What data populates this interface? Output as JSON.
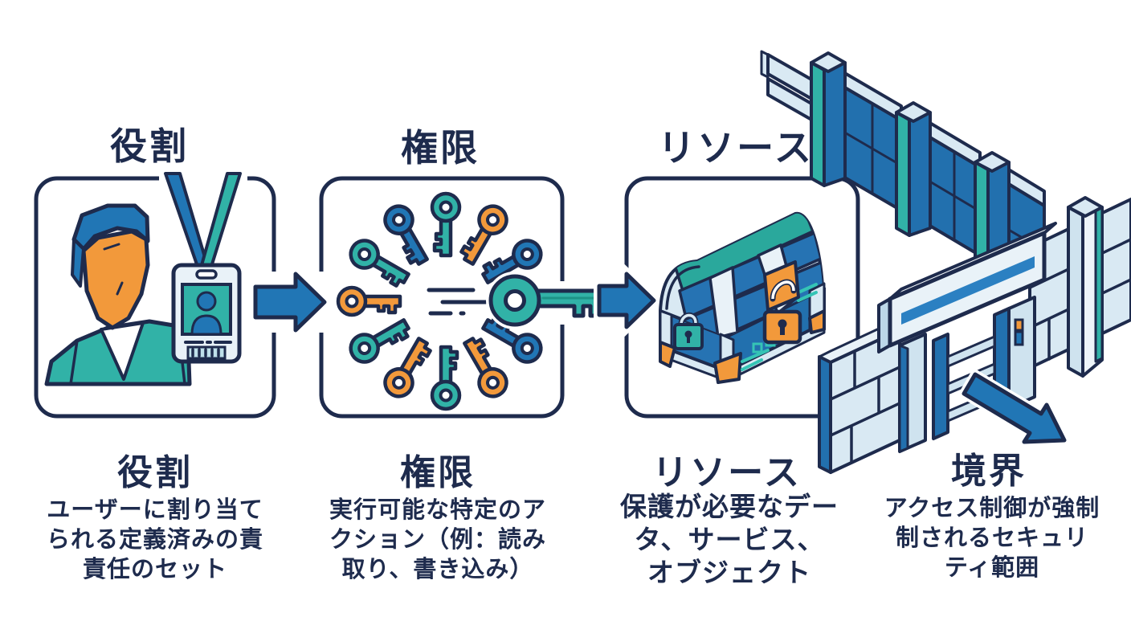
{
  "diagram": {
    "top_labels": {
      "role": "役割",
      "permission": "権限",
      "resource": "リソース"
    },
    "columns": [
      {
        "id": "role",
        "heading": "役割",
        "desc_lines": [
          "ユーザーに割り当て",
          "られる定義済みの責",
          "責任のセット"
        ],
        "icon": "person-id-badge-icon"
      },
      {
        "id": "permission",
        "heading": "権限",
        "desc_lines": [
          "実行可能な特定のア",
          "クション（例：読み",
          "取り、書き込み）"
        ],
        "icon": "keys-circle-icon"
      },
      {
        "id": "resource",
        "heading": "リソース",
        "desc_lines": [
          "保護が必要なデー",
          "タ、サービス、",
          "オブジェクト"
        ],
        "icon": "treasure-chest-icon"
      },
      {
        "id": "boundary",
        "heading": "境界",
        "desc_lines": [
          "アクセス制御が強制",
          "制されるセキュリ",
          "ティ範囲"
        ],
        "icon": "wall-gate-icon"
      }
    ],
    "colors": {
      "navy": "#1e2b4d",
      "blue": "#2176b5",
      "wall_blue": "#2270ae",
      "teal": "#31b2a7",
      "orange": "#f2993b",
      "light_blue": "#d9e9f3",
      "pale_blue": "#e9f2f8",
      "background": "#ffffff"
    }
  }
}
